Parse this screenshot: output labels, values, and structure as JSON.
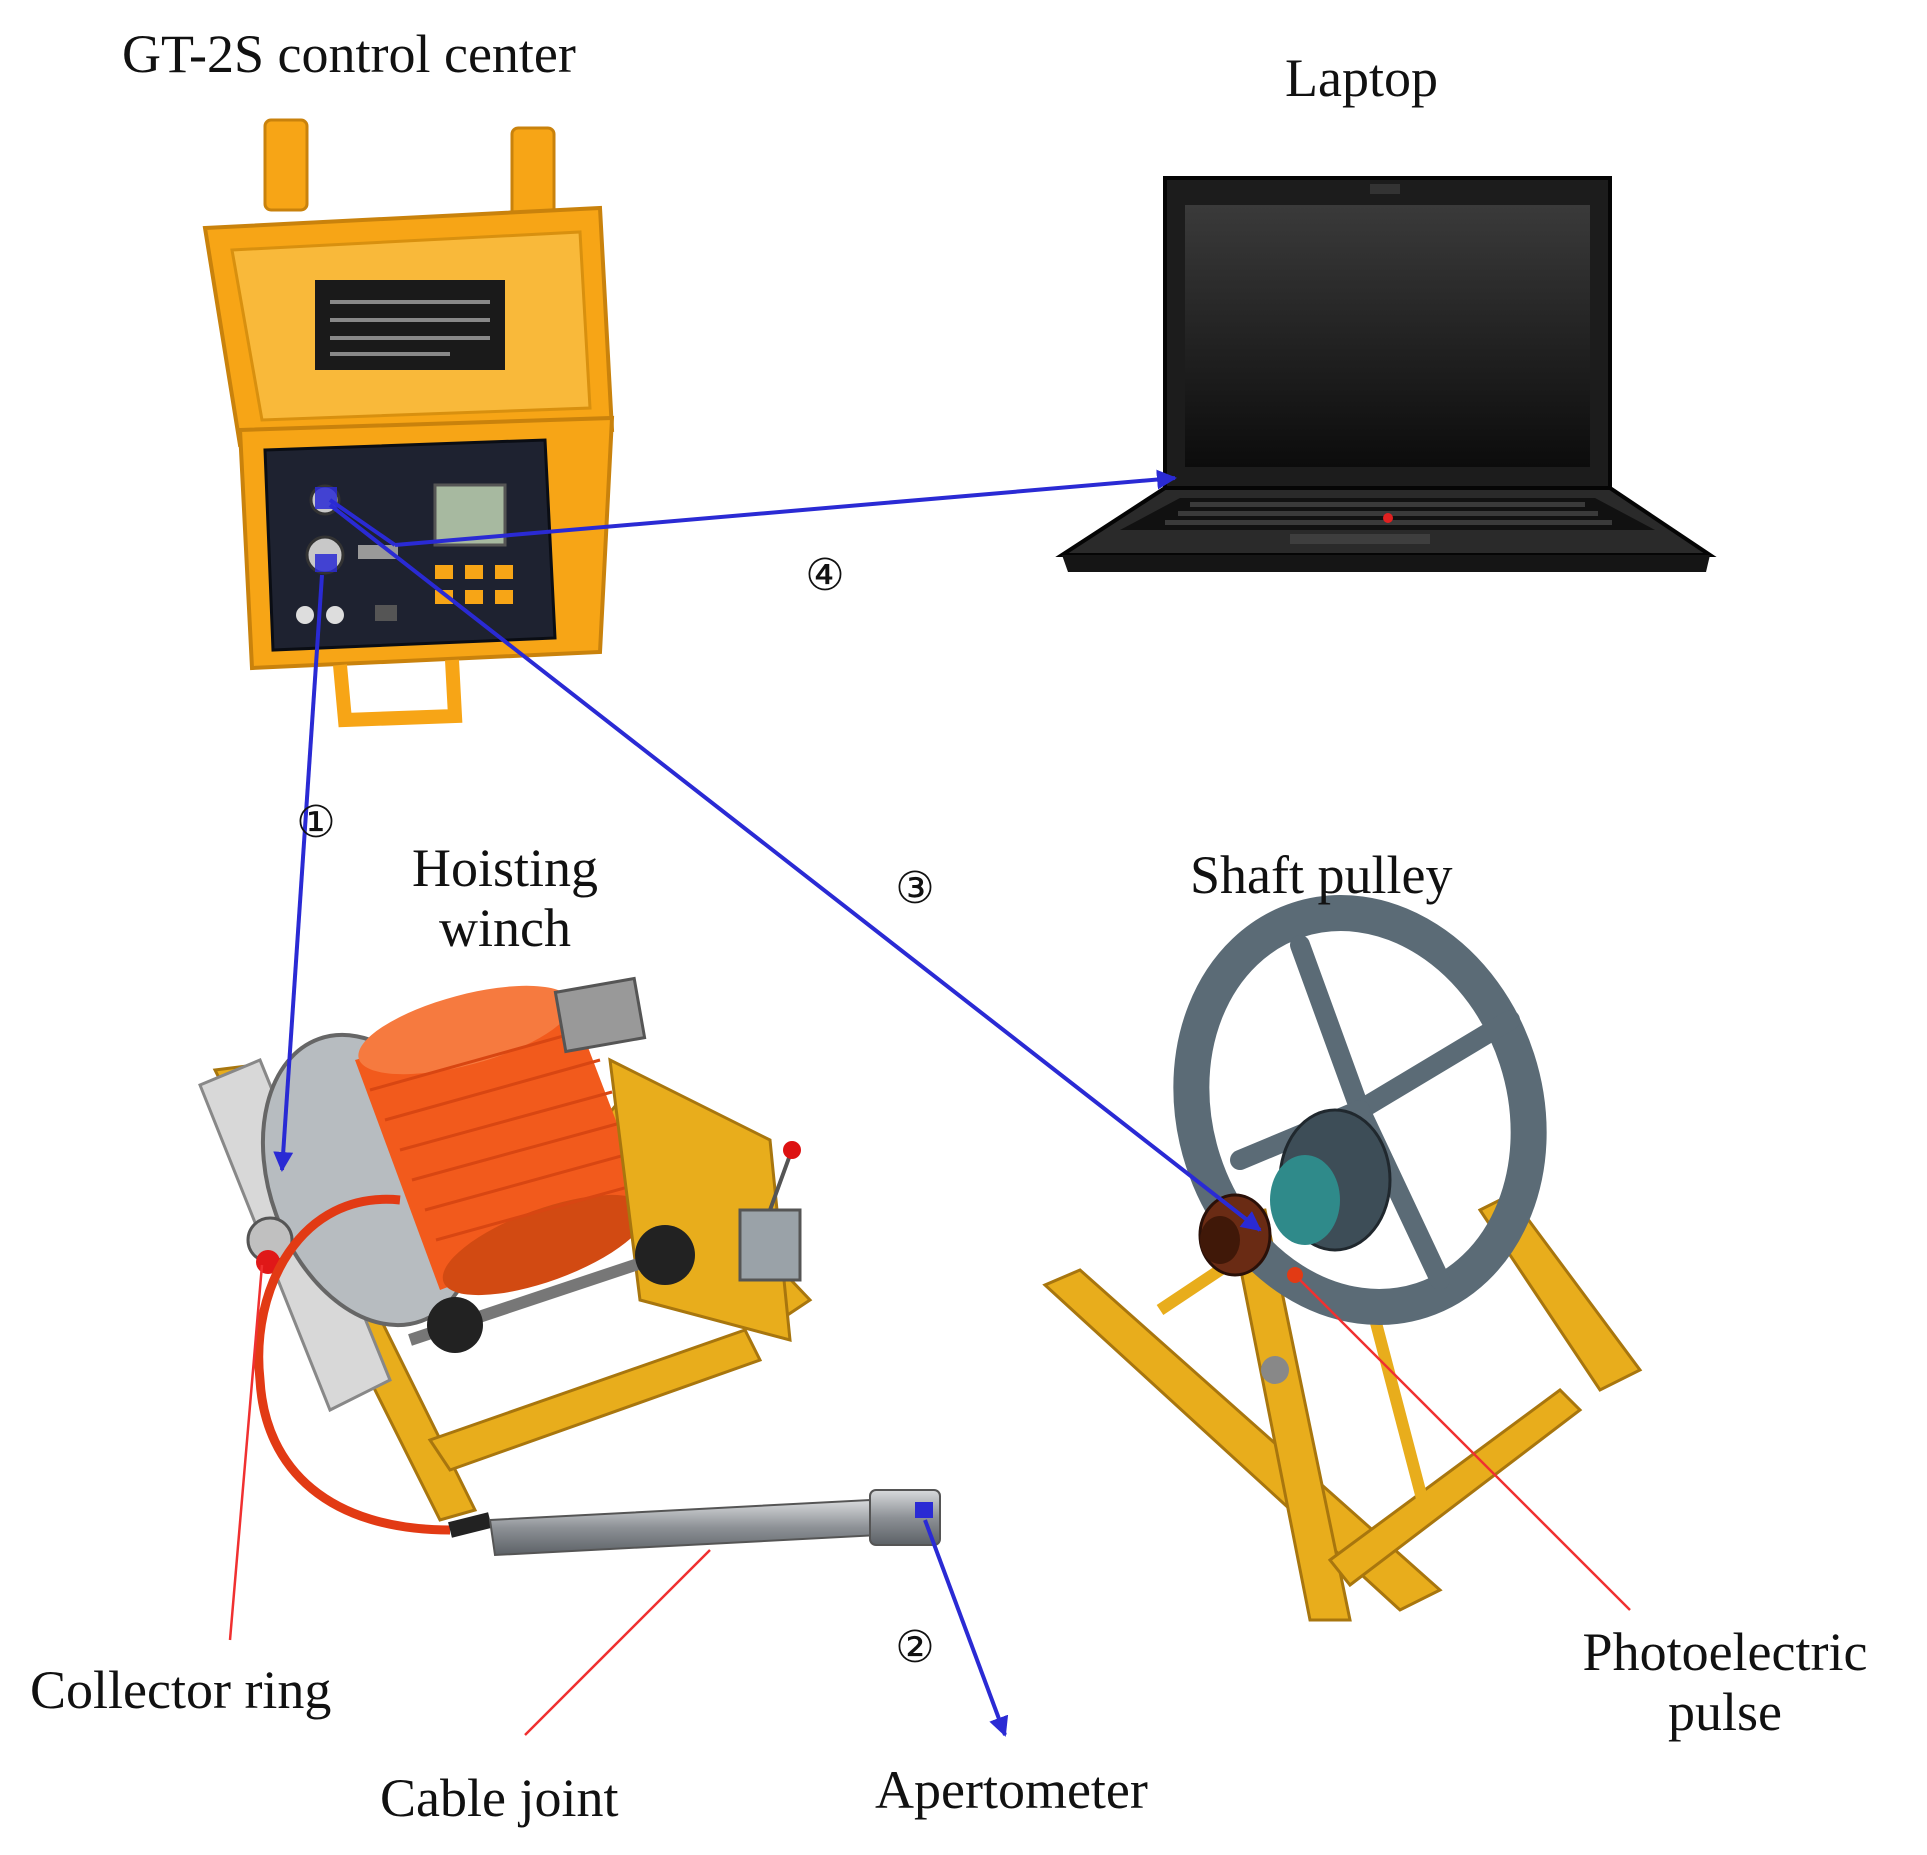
{
  "labels": {
    "control_center": "GT-2S control center",
    "laptop": "Laptop",
    "hoisting_winch_line1": "Hoisting",
    "hoisting_winch_line2": "winch",
    "shaft_pulley": "Shaft pulley",
    "collector_ring": "Collector ring",
    "cable_joint": "Cable joint",
    "apertometer": "Apertometer",
    "photoelectric_line1": "Photoelectric",
    "photoelectric_line2": "pulse"
  },
  "connections": [
    {
      "id": "1",
      "marker": "①"
    },
    {
      "id": "2",
      "marker": "②"
    },
    {
      "id": "3",
      "marker": "③"
    },
    {
      "id": "4",
      "marker": "④"
    }
  ],
  "colors": {
    "connection_line": "#2a2ad4",
    "pointer_line": "#f03030",
    "case_orange": "#f7a516",
    "panel_dark": "#1e2230",
    "cable_orange": "#f25a1c",
    "frame_yellow": "#e8ad1c",
    "pulley_gray": "#5b6b76"
  }
}
